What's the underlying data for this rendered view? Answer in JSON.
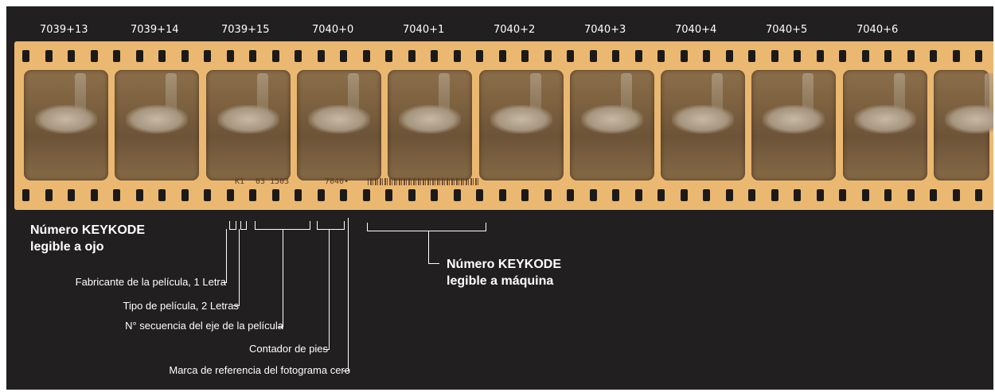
{
  "frame_numbers": [
    "7039+13",
    "7039+14",
    "7039+15",
    "7040+0",
    "7040+1",
    "7040+2",
    "7040+3",
    "7040+4",
    "7040+5",
    "7040+6"
  ],
  "edge_print": {
    "manufacturer": "K1",
    "type_seq": "03   1503",
    "counter": "7040•"
  },
  "labels": {
    "eye_title_1": "Número KEYKODE",
    "eye_title_2": "legible a ojo",
    "machine_title_1": "Número KEYKODE",
    "machine_title_2": "legible a máquina",
    "manufacturer": "Fabricante de la película, 1 Letra",
    "film_type": "Tipo de película, 2 Letras",
    "sequence": "N° secuencia del eje de la película",
    "feet_counter": "Contador de pies",
    "zero_mark": "Marca de referencia del fotograma cero"
  },
  "colors": {
    "background": "#211f1f",
    "film_base": "#ebb871",
    "text": "#ffffff"
  }
}
